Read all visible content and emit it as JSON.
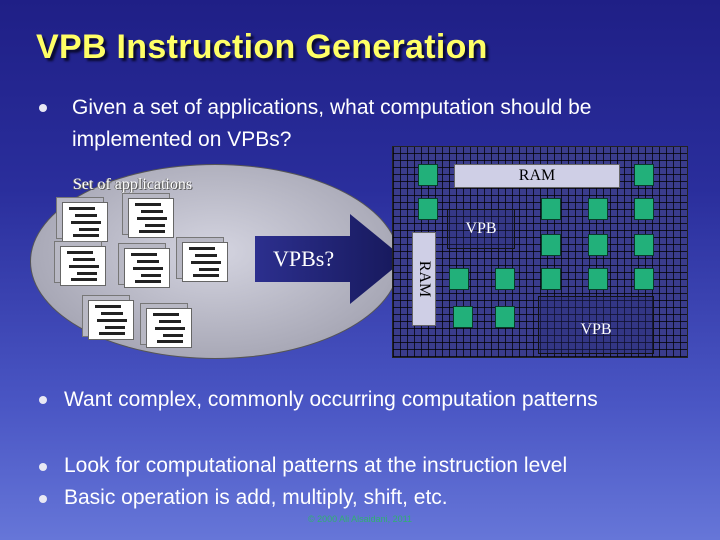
{
  "slide": {
    "title": "VPB Instruction Generation",
    "intro_bullet": "Given a set of applications, what computation should be implemented on VPBs?",
    "bullets": [
      "Want complex, commonly occurring computation patterns",
      "Look for computational patterns at the instruction level",
      "Basic operation is add, multiply, shift, etc."
    ],
    "footer": "© 2000 Ali Alsaidani, 2011"
  },
  "diagram": {
    "apps_label": "Set of applications",
    "arrow_label": "VPBs?",
    "ram_top_label": "RAM",
    "ram_side_label": "RAM",
    "vpb_top_label": "VPB",
    "vpb_bottom_label": "VPB",
    "colors": {
      "title": "#ffff66",
      "cell": "#22b07a",
      "ram_block": "#cfcfe6",
      "ellipse": "#a9a9b7"
    },
    "icons": [
      "document-icon"
    ]
  }
}
